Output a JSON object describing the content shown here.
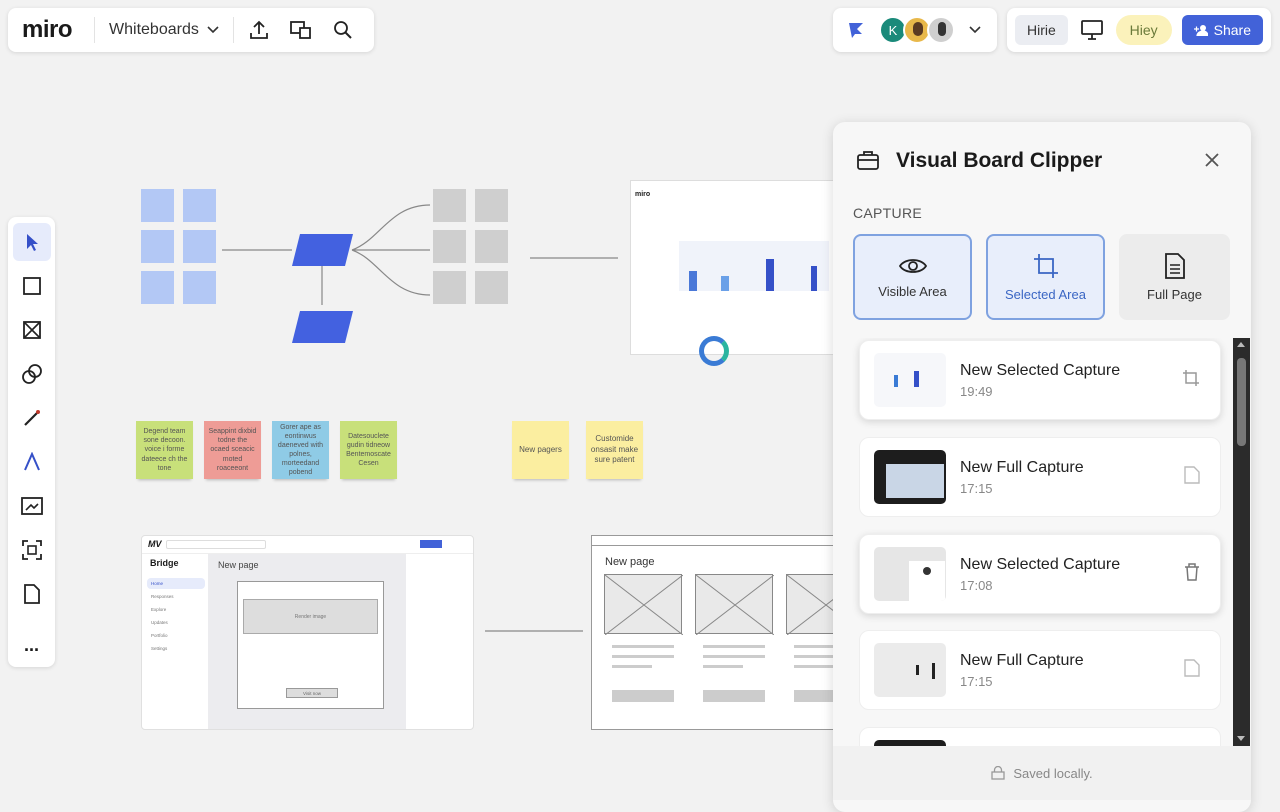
{
  "topbar": {
    "logo": "miro",
    "board_menu": "Whiteboards",
    "icons": [
      "upload-icon",
      "share-screen-icon",
      "search-icon"
    ]
  },
  "collab": {
    "avatar_initial": "K",
    "avatar_colors": [
      "#1a8a7a",
      "#e8b84a",
      "#c9c9c9"
    ],
    "buttons": {
      "hire": "Hirie",
      "hey": "Hiey",
      "share": "Share"
    }
  },
  "accent": "#4262d8",
  "toolbar": {
    "tools": [
      "select-icon",
      "rectangle-icon",
      "frame-icon",
      "shapes-icon",
      "pen-icon",
      "text-icon",
      "image-icon",
      "crop-frame-icon",
      "document-icon",
      "more-icon"
    ],
    "more_label": "..."
  },
  "canvas": {
    "stickies": [
      {
        "text": "Degend team sone decoon. voice i forme dateece ch the tone",
        "color": "#c8e07a"
      },
      {
        "text": "Seappint dixbid todne the ocaed sceacic moted roaceeont",
        "color": "#ee9c96"
      },
      {
        "text": "Gorer ape as eontinwus daeneved with polnes, morteedand pobend",
        "color": "#8fcbe6"
      },
      {
        "text": "Datesouclete gudin tidneow Bentemoscate Cesen",
        "color": "#c8e07a"
      },
      {
        "text": "New pagers",
        "color": "#fbeea0"
      },
      {
        "text": "Customide onsasit make sure patent",
        "color": "#fbeea0"
      }
    ],
    "wireframe1": {
      "brand": "Bridge",
      "page_title": "New page",
      "nav": [
        "Home",
        "Responses",
        "Explore",
        "Updates",
        "Portfolio",
        "Settings"
      ],
      "hero": "Render image",
      "button": "Visit now"
    },
    "wireframe2": {
      "page_title": "New page"
    }
  },
  "panel": {
    "title": "Visual Board Clipper",
    "section": "CAPTURE",
    "capture_options": [
      {
        "label": "Visible Area",
        "icon": "eye-icon",
        "selected": true
      },
      {
        "label": "Selected Area",
        "icon": "crop-icon",
        "selected": true
      },
      {
        "label": "Full Page",
        "icon": "document-icon",
        "selected": false
      }
    ],
    "captures": [
      {
        "title": "New Selected Capture",
        "time": "19:49",
        "action_icon": "crop-icon"
      },
      {
        "title": "New Full Capture",
        "time": "17:15",
        "action_icon": "document-icon"
      },
      {
        "title": "New Selected Capture",
        "time": "17:08",
        "action_icon": "trash-icon"
      },
      {
        "title": "New Full Capture",
        "time": "17:15",
        "action_icon": "document-icon"
      }
    ],
    "footer": "Saved locally."
  }
}
